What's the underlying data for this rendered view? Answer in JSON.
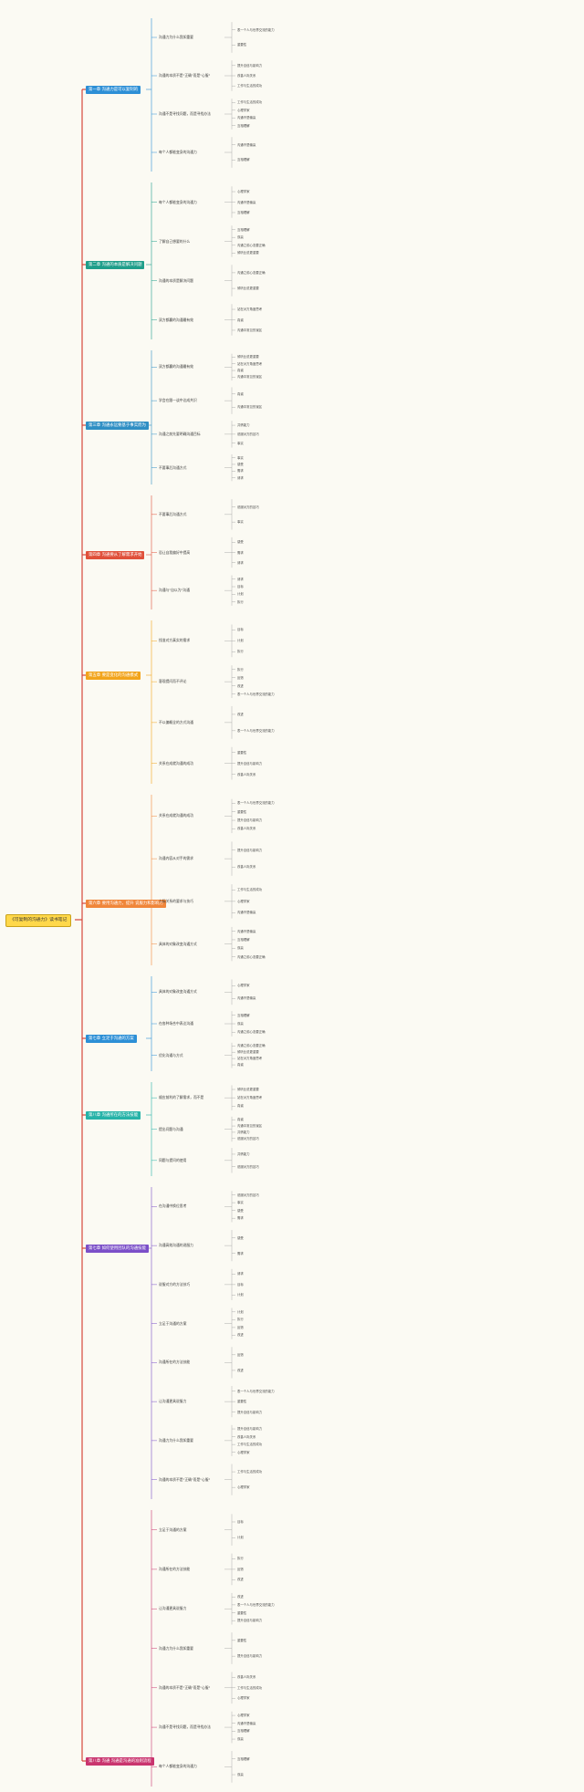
{
  "title": "《可复制的沟通力》读书笔记",
  "chapters": [
    {
      "label": "第一章 沟通力是可以复制的",
      "color": "#2d8fd6"
    },
    {
      "label": "第二章 沟通的本质是解决问题",
      "color": "#1f9e8a"
    },
    {
      "label": "第三章 沟通永远要基于事实而为",
      "color": "#2f8fc4"
    },
    {
      "label": "第四章 沟通要从了解需求开始",
      "color": "#e0503a"
    },
    {
      "label": "第五章 要是变化的沟通模式",
      "color": "#f2a41c"
    },
    {
      "label": "第六章 要用沟通力，提升 说服力和影响力",
      "color": "#f0863a"
    },
    {
      "label": "第七章 立足于沟通的方案",
      "color": "#2c8fd6"
    },
    {
      "label": "第八章 沟通所在的方法技能",
      "color": "#26b3a8"
    },
    {
      "label": "第七章 如何使用团队的沟通技能",
      "color": "#7b4fc8"
    },
    {
      "label": "第八章 沟通 沟通是沟通的准则流程",
      "color": "#c9346e"
    }
  ],
  "nodes": [
    "沟通力为什么我如重要",
    "沟通的本质不是\"正确\"而是\"心服\"",
    "沟通不是寻找问题，而是寻找办法",
    "每个人都能变身的沟通力",
    "了解自己想要的什么",
    "沟通的本质是解决问题",
    "双方都赢的沟通最有效",
    "学会在跟一谈中达成共识",
    "沟通之前先要明确沟通目标",
    "不要事后沟通方式",
    "恐让自我偏好中提高",
    "沟通与\"自以为\"沟通",
    "找准对方真实的需求",
    "客观提问而不评论",
    "不以偏概全的方式沟通",
    "关系在成就沟通的成功",
    "沟通内容从对手的需求",
    "人际关系的要求与技巧",
    "具体的对象改变沟通方式",
    "在各种场合中表达沟通",
    "优化沟通与方式",
    "顺应前利的了解需求，而不是",
    "提出问题与沟通",
    "同题与提问的使用",
    "在沟通中换位思考",
    "沟通高效沟通的说服力",
    "说服对方的方法技巧",
    "立足于沟通的方案",
    "沟通所在的方法技能",
    "让沟通更具说服力"
  ],
  "leaves": [
    "表一个人与世界交流的能力",
    "重要性",
    "提升自信与影响力",
    "改善人际关系",
    "工作与生活的成功",
    "心理学家",
    "沟通不是输赢",
    "互相理解",
    "双赢",
    "沟通之前心态要正确",
    "倾听比说更重要",
    "站在对方角度思考",
    "真诚",
    "沟通中常见的误区",
    "共情能力",
    "说服对方的技巧",
    "事实",
    "感受",
    "需求",
    "请求",
    "目标",
    "计划",
    "执行",
    "反馈",
    "改进"
  ]
}
